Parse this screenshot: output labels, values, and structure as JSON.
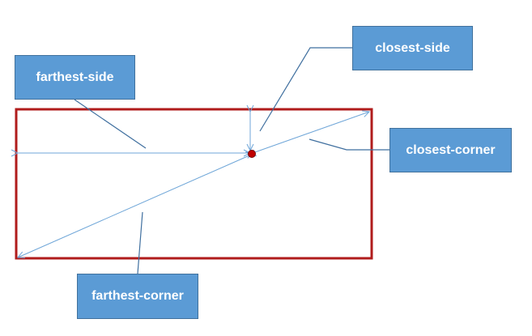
{
  "labels": {
    "farthest_side": "farthest-side",
    "closest_side": "closest-side",
    "closest_corner": "closest-corner",
    "farthest_corner": "farthest-corner"
  },
  "colors": {
    "box_fill": "#5b9bd5",
    "box_border": "#41719c",
    "rect_border": "#b01c1c",
    "arrow_line": "#6fa6d8",
    "leader_line": "#3f6f9f",
    "center_dot": "#c00000"
  }
}
